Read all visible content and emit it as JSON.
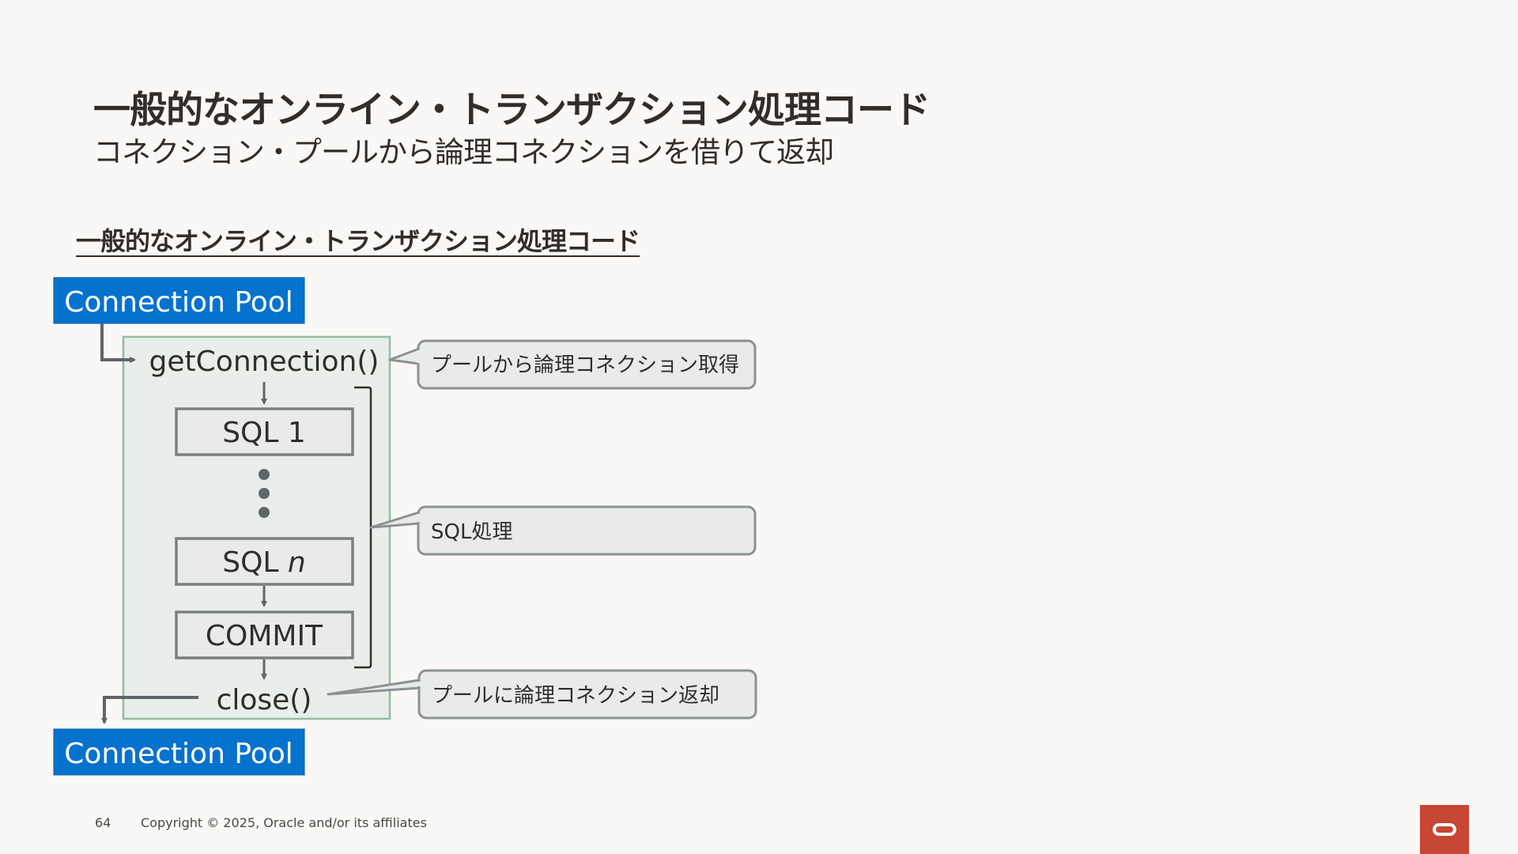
{
  "header": {
    "title": "一般的なオンライン・トランザクション処理コード",
    "subtitle": "コネクション・プールから論理コネクションを借りて返却"
  },
  "section": {
    "heading": "一般的なオンライン・トランザクション処理コード"
  },
  "diagram": {
    "pool_top_label": "Connection Pool",
    "pool_bottom_label": "Connection Pool",
    "get_connection": "getConnection()",
    "sql_first_prefix": "SQL ",
    "sql_first_num": "1",
    "sql_last_prefix": "SQL ",
    "sql_last_var": "n",
    "commit": "COMMIT",
    "close": "close()",
    "callout_acquire": "プールから論理コネクション取得",
    "callout_process": "SQL処理",
    "callout_return": "プールに論理コネクション返却",
    "colors": {
      "pool_blue": "#0572ce",
      "container_fill": "#e8efeb",
      "container_border": "#8fbf9f",
      "box_border": "#7a7f82",
      "box_fill": "#e9eaea",
      "arrow": "#5f6669",
      "callout_border": "#8c9194",
      "callout_fill": "#e9eaea"
    }
  },
  "footer": {
    "page_number": "64",
    "copyright": "Copyright © 2025, Oracle and/or its affiliates"
  },
  "logo": {
    "icon": "oracle-logo-icon",
    "color": "#c74634"
  }
}
